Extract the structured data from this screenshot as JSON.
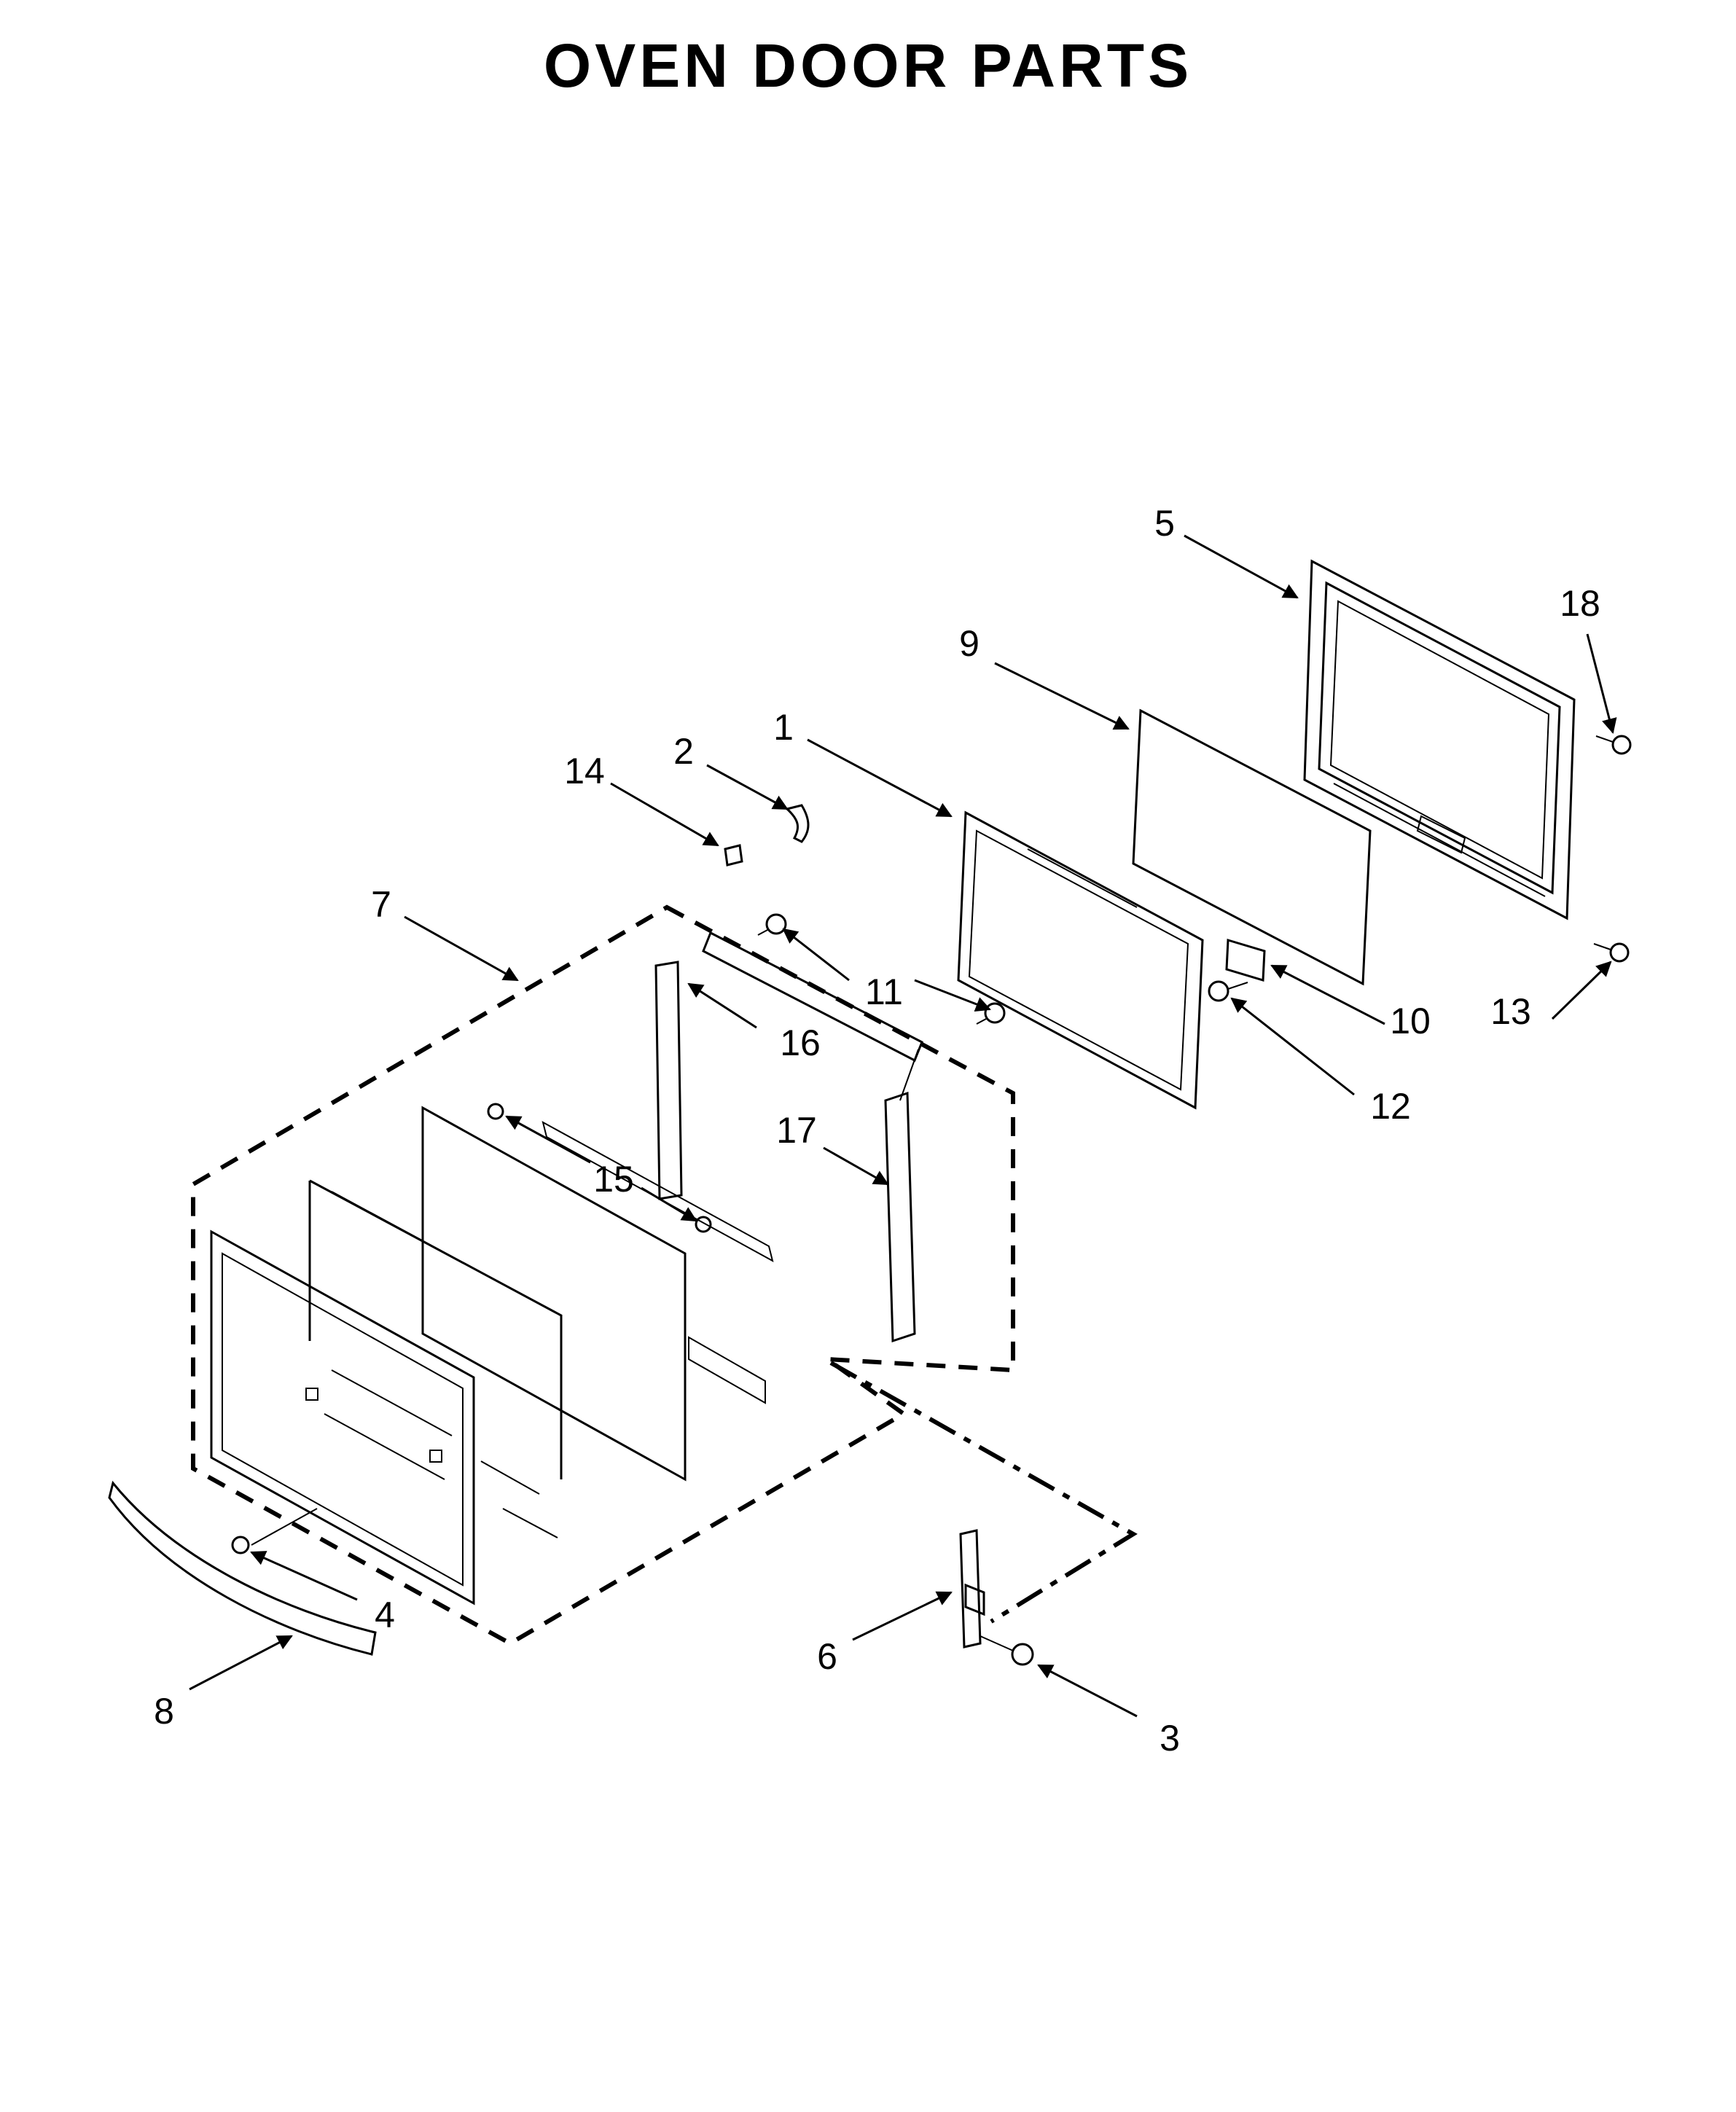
{
  "title": "OVEN DOOR PARTS",
  "callouts": {
    "c1": "1",
    "c2": "2",
    "c3": "3",
    "c4": "4",
    "c5": "5",
    "c6": "6",
    "c7": "7",
    "c8": "8",
    "c9": "9",
    "c10": "10",
    "c11": "11",
    "c12": "12",
    "c13": "13",
    "c14": "14",
    "c15": "15",
    "c16": "16",
    "c17": "17",
    "c18": "18"
  }
}
